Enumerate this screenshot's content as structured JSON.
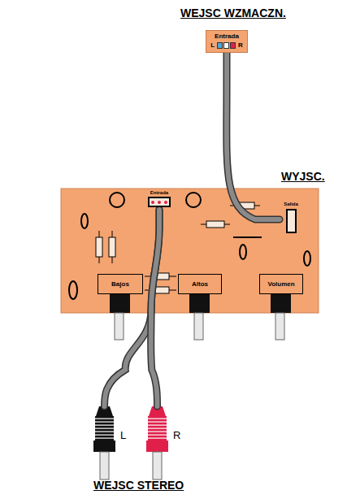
{
  "diagram": {
    "nodes": [
      {
        "text": [
          "Entrada",
          "L",
          "R"
        ]
      },
      {
        "text": [
          "Entrada"
        ]
      },
      {
        "text": [
          "Salida"
        ]
      },
      {
        "text": [
          "Bajos"
        ]
      },
      {
        "text": [
          "Altos"
        ]
      },
      {
        "text": [
          "Volumen"
        ]
      },
      {
        "text": [
          "L"
        ]
      },
      {
        "text": [
          "R"
        ]
      }
    ],
    "edges": [
      {
        "from": 0,
        "to": 2,
        "arrow": "none"
      },
      {
        "from": 1,
        "to": 6,
        "arrow": "none"
      },
      {
        "from": 1,
        "to": 7,
        "arrow": "none"
      }
    ],
    "labels": [
      "WEJSC WZMACZN.",
      "WYJSC.",
      "WEJSC STEREO"
    ]
  }
}
